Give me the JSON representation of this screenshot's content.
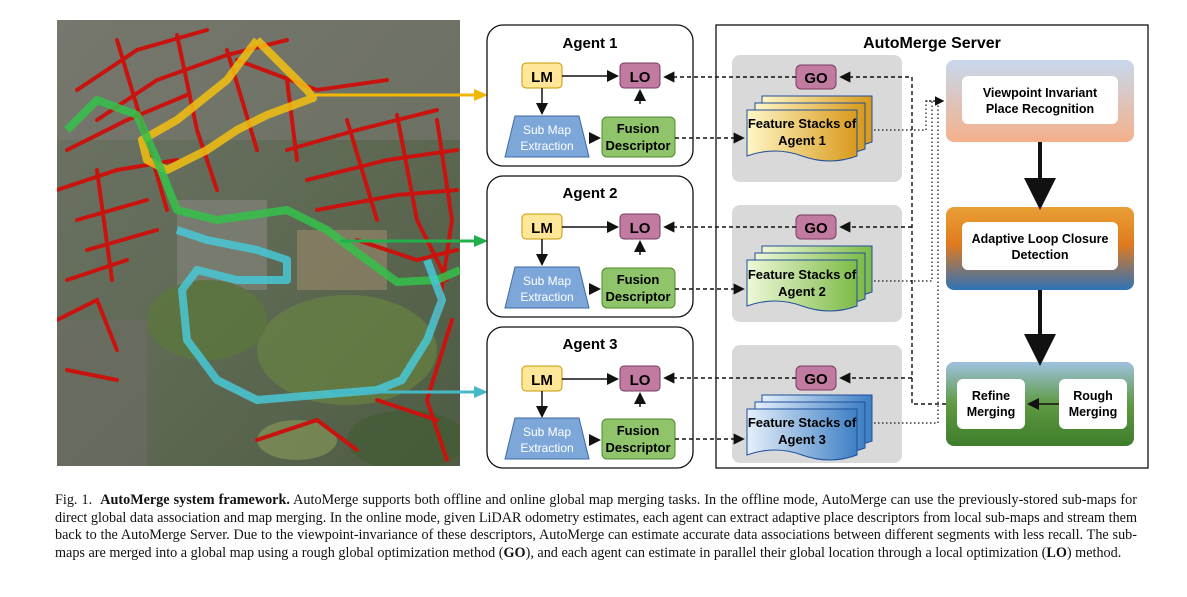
{
  "agents": [
    {
      "title": "Agent 1",
      "lm": "LM",
      "lo": "LO",
      "submap": [
        "Sub Map",
        "Extraction"
      ],
      "fusion": [
        "Fusion",
        "Descriptor"
      ],
      "go": "GO",
      "stack": [
        "Feature Stacks of",
        "Agent 1"
      ],
      "color": "#f2b705"
    },
    {
      "title": "Agent 2",
      "lm": "LM",
      "lo": "LO",
      "submap": [
        "Sub Map",
        "Extraction"
      ],
      "fusion": [
        "Fusion",
        "Descriptor"
      ],
      "go": "GO",
      "stack": [
        "Feature Stacks of",
        "Agent 2"
      ],
      "color": "#22b04b"
    },
    {
      "title": "Agent 3",
      "lm": "LM",
      "lo": "LO",
      "submap": [
        "Sub Map",
        "Extraction"
      ],
      "fusion": [
        "Fusion",
        "Descriptor"
      ],
      "go": "GO",
      "stack": [
        "Feature Stacks of",
        "Agent 3"
      ],
      "color": "#46b8c8"
    }
  ],
  "server": {
    "title": "AutoMerge Server",
    "vpr": [
      "Viewpoint Invariant",
      "Place Recognition"
    ],
    "alcd": [
      "Adaptive Loop Closure",
      "Detection"
    ],
    "refine": [
      "Refine",
      "Merging"
    ],
    "rough": [
      "Rough",
      "Merging"
    ]
  },
  "caption": {
    "label": "Fig. 1.",
    "bold": "AutoMerge system framework.",
    "text": " AutoMerge supports both offline and online global map merging tasks. In the offline mode, AutoMerge can use the previously-stored sub-maps for direct global data association and map merging. In the online mode, given LiDAR odometry estimates, each agent can extract adaptive place descriptors from local sub-maps and stream them back to the AutoMerge Server. Due to the viewpoint-invariance of these descriptors, AutoMerge can estimate accurate data associations between different segments with less recall. The sub-maps are merged into a global map using a rough global optimization method (",
    "go_bold": "GO",
    "text2": "), and each agent can estimate in parallel their global location through a local optimization (",
    "lo_bold": "LO",
    "text3": ") method."
  }
}
